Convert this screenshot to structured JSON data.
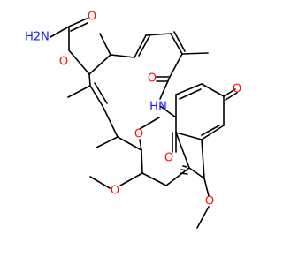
{
  "molecule": {
    "colors": {
      "bond": "#000000",
      "oxygen": "#ff0d0d",
      "nitrogen": "#1a1aff",
      "background": "#ffffff"
    },
    "labels": {
      "carbamate_amine": "H2N",
      "carbamate_carbonyl_o": "O",
      "carbamate_ester_o": "O",
      "amide_carbonyl_o": "O",
      "amide_nh": "N",
      "amide_h": "H",
      "quinone_o_top": "O",
      "quinone_o_left": "O",
      "methoxy_o_upper": "O",
      "methoxy_o_left": "O",
      "methoxy_o_right": "O"
    }
  }
}
